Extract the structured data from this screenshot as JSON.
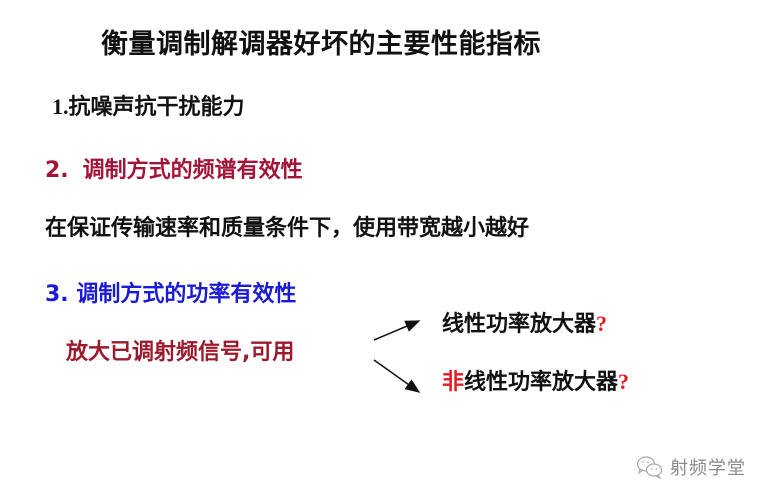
{
  "slide": {
    "title": "衡量调制解调器好坏的主要性能指标",
    "item1": {
      "number": "1.",
      "text": "抗噪声抗干扰能力"
    },
    "item2": {
      "number": "2.",
      "text": "调制方式的频谱有效性"
    },
    "description": "在保证传输速率和质量条件下，使用带宽越小越好",
    "item3": {
      "number": "3.",
      "text": "调制方式的功率有效性"
    },
    "amplify_note": "放大已调射频信号,可用",
    "options": [
      {
        "prefix": "",
        "text": "线性功率放大器",
        "suffix": "?"
      },
      {
        "prefix": "非",
        "text": "线性功率放大器",
        "suffix": "?"
      }
    ]
  },
  "watermark": {
    "icon": "wechat-icon",
    "text": "射频学堂"
  },
  "colors": {
    "title": "#111111",
    "item2": "#a31538",
    "item3": "#1b1bd6",
    "amplify_note": "#9b1b2c",
    "highlight_red": "#e31b23",
    "watermark": "#8a8a8a"
  }
}
